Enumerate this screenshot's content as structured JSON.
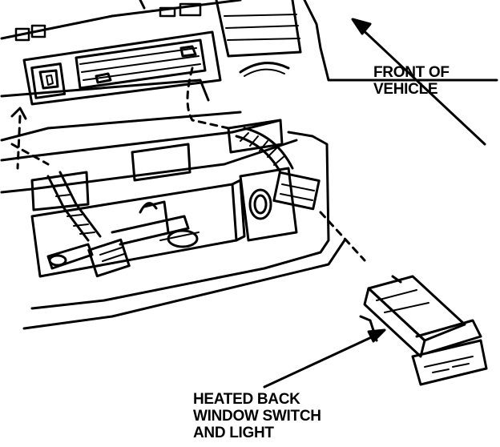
{
  "labels": {
    "front_of_vehicle": [
      "FRONT OF",
      "VEHICLE"
    ],
    "switch": [
      "HEATED BACK",
      "WINDOW SWITCH",
      "AND LIGHT"
    ]
  },
  "colors": {
    "ink": "#000000",
    "paper": "#ffffff"
  }
}
